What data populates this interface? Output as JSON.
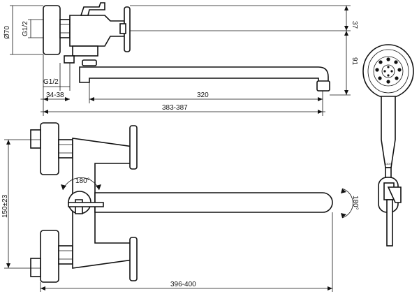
{
  "dimensions": {
    "g12_vertical": "G1/2",
    "diameter_70": "Ø70",
    "height_37": "37",
    "height_91": "91",
    "g12_horizontal": "G1/2",
    "offset_34_38": "34-38",
    "spout_320": "320",
    "length_383_387": "383-387",
    "spacing_150": "150±23",
    "rotation_180_lever": "180°",
    "rotation_180_spout": "180°",
    "length_396_400": "396-400"
  },
  "brand_mark": "IDDIS"
}
